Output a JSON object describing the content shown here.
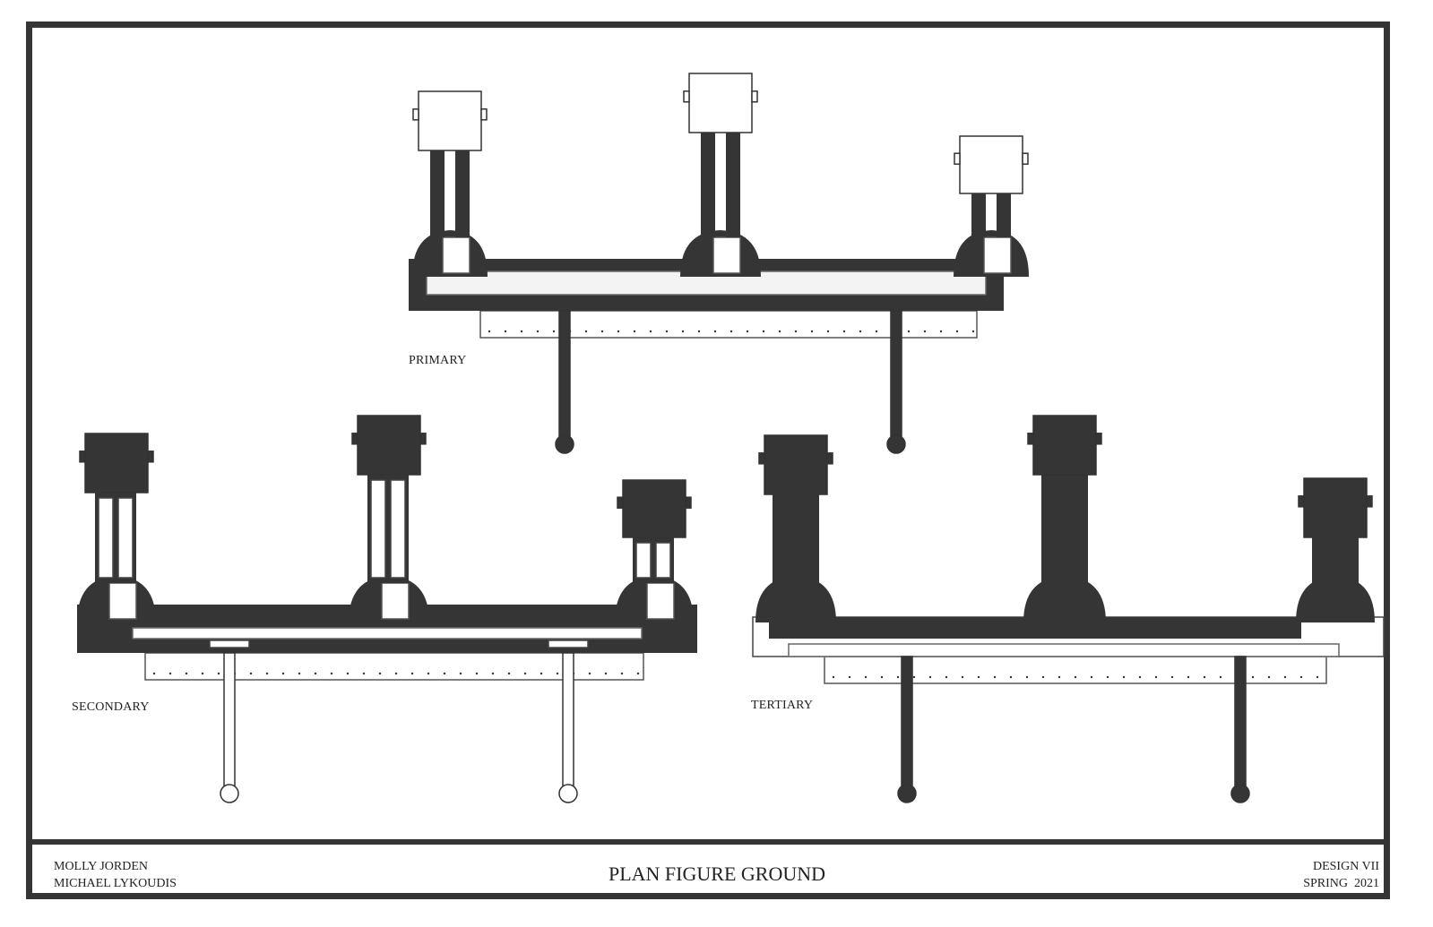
{
  "sheet": {
    "title": "PLAN FIGURE GROUND",
    "authors": [
      "MOLLY JORDEN",
      "MICHAEL LYKOUDIS"
    ],
    "course": "DESIGN VII",
    "term": "SPRING  2021"
  },
  "plans": [
    {
      "label": "PRIMARY",
      "scheme": "primary"
    },
    {
      "label": "SECONDARY",
      "scheme": "secondary"
    },
    {
      "label": "TERTIARY",
      "scheme": "tertiary"
    }
  ],
  "colors": {
    "ink": "#353535",
    "paper": "#ffffff",
    "text": "#222222"
  }
}
